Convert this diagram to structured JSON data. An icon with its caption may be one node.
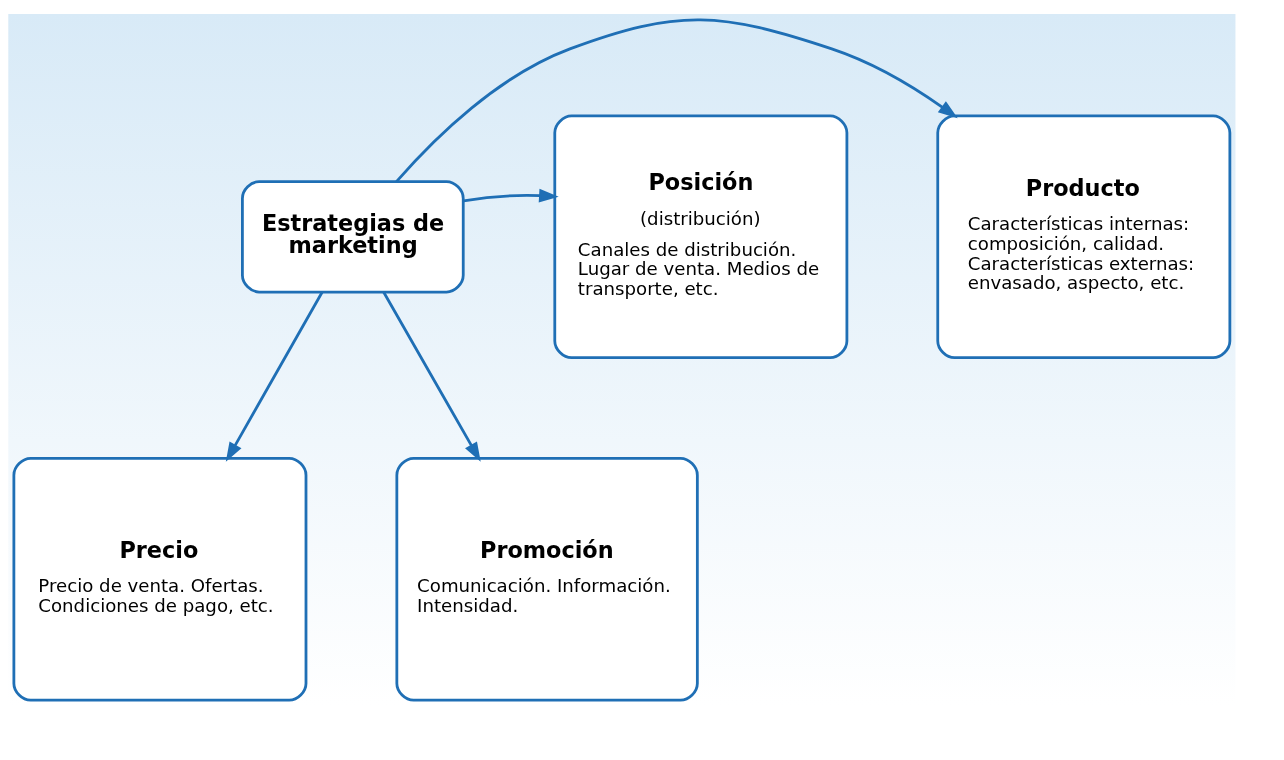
{
  "diagram": {
    "nodes": [
      {
        "text": [
          "Estrategias de marketing"
        ]
      },
      {
        "text": [
          "Producto",
          "Características internas: composición, calidad. Características externas: envasado, aspecto, etc."
        ]
      },
      {
        "text": [
          "Posición",
          "(distribución)",
          "Canales de distribución. Lugar de venta. Medios de transporte, etc."
        ]
      },
      {
        "text": [
          "Precio",
          "Precio de venta. Ofertas. Condiciones de pago, etc."
        ]
      },
      {
        "text": [
          "Promoción",
          "Comunicación. Información. Intensidad."
        ]
      }
    ],
    "edges": [
      {
        "from": 0,
        "to": 1,
        "arrow": "to"
      },
      {
        "from": 0,
        "to": 2,
        "arrow": "to"
      },
      {
        "from": 0,
        "to": 3,
        "arrow": "to"
      },
      {
        "from": 0,
        "to": 4,
        "arrow": "to"
      }
    ]
  }
}
